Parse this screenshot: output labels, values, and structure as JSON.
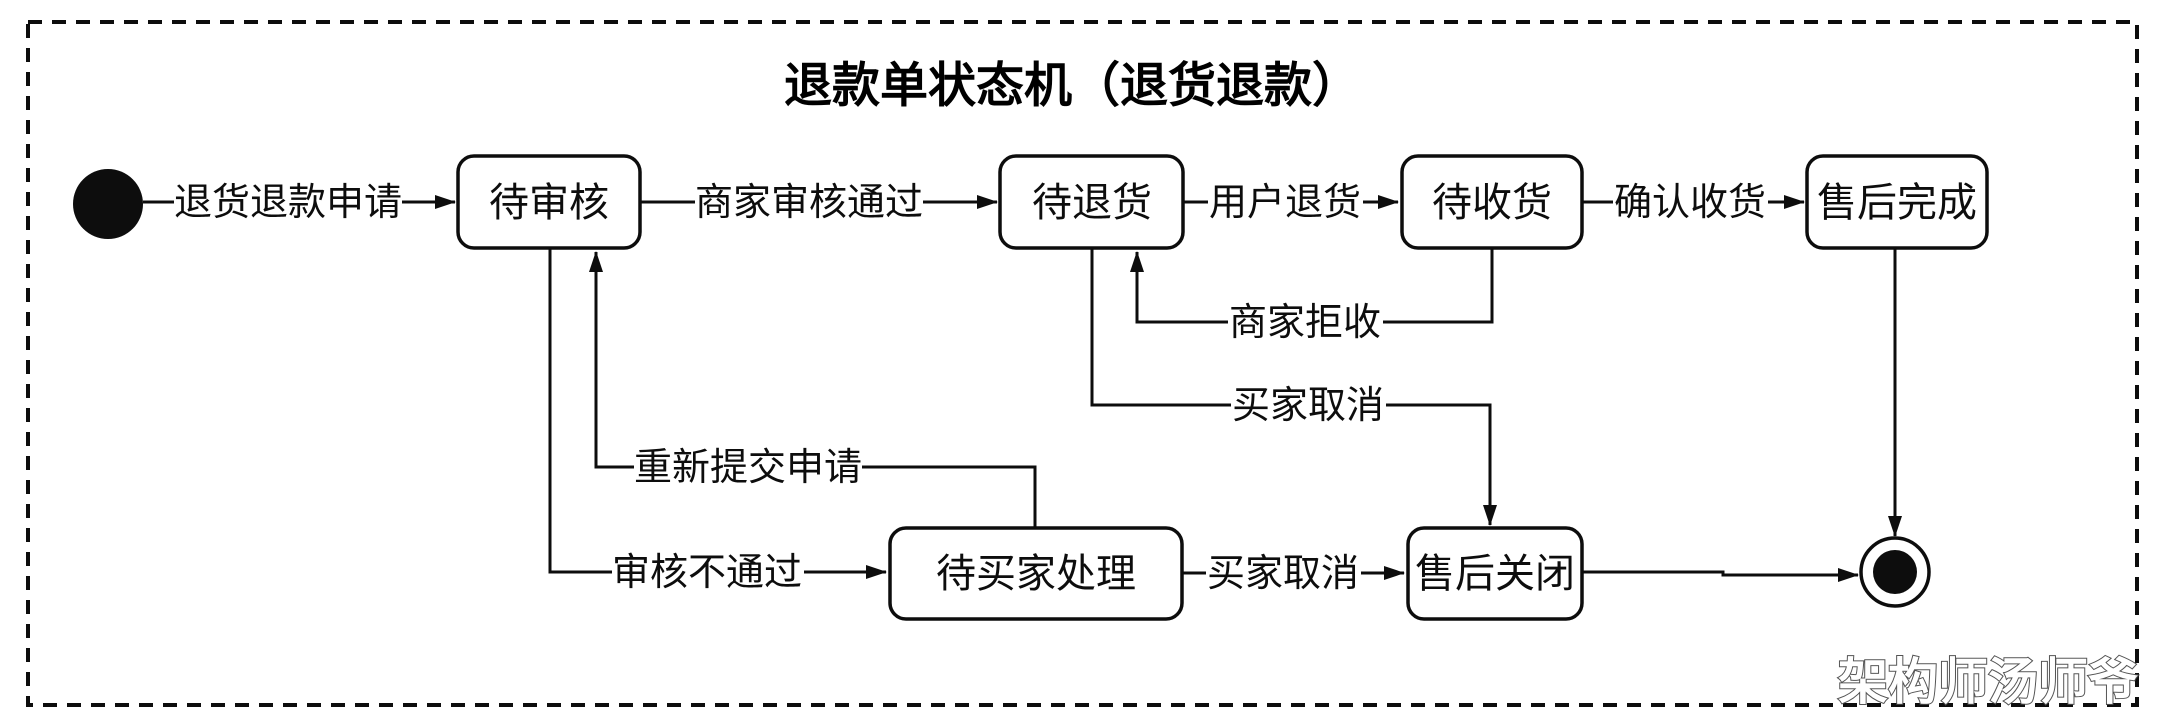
{
  "diagram": {
    "title": "退款单状态机（退货退款）",
    "watermark": "架构师汤师爷",
    "ink_color": "#0d0d0d",
    "background_color": "#ffffff"
  },
  "states": {
    "pending_review": "待审核",
    "pending_return": "待退货",
    "pending_receipt": "待收货",
    "aftersales_complete": "售后完成",
    "pending_buyer_action": "待买家处理",
    "aftersales_closed": "售后关闭"
  },
  "transitions": {
    "return_refund_apply": "退货退款申请",
    "merchant_approve": "商家审核通过",
    "user_return": "用户退货",
    "confirm_receipt": "确认收货",
    "merchant_reject": "商家拒收",
    "buyer_cancel_from_return": "买家取消",
    "review_rejected": "审核不通过",
    "resubmit_apply": "重新提交申请",
    "buyer_cancel_from_action": "买家取消"
  }
}
